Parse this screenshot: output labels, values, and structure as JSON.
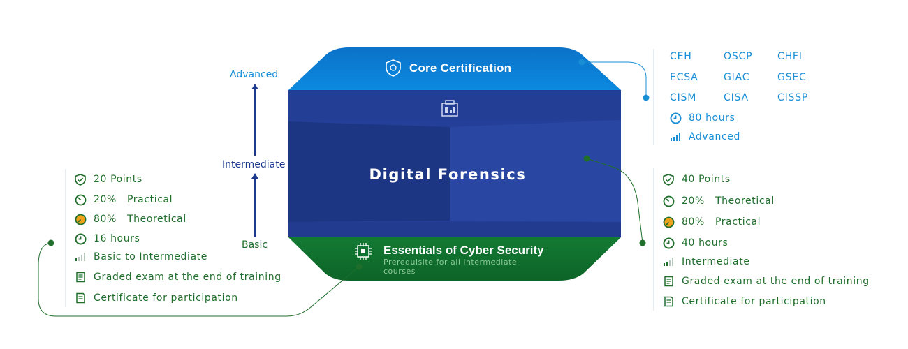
{
  "levels": {
    "advanced": "Advanced",
    "intermediate": "Intermediate",
    "basic": "Basic"
  },
  "core": {
    "title": "Core Certification",
    "certs": [
      "CEH",
      "OSCP",
      "CHFI",
      "ECSA",
      "GIAC",
      "GSEC",
      "CISM",
      "CISA",
      "CISSP"
    ],
    "hours": "80 hours",
    "level": "Advanced"
  },
  "main": {
    "title": "Digital Forensics"
  },
  "essentials": {
    "title": "Essentials of Cyber Security",
    "subtitle": "Prerequisite for all intermediate courses"
  },
  "left_features": {
    "points": "20 Points",
    "practical_pct": "20%",
    "practical_label": "Practical",
    "theoretical_pct": "80%",
    "theoretical_label": "Theoretical",
    "hours": "16 hours",
    "level": "Basic to Intermediate",
    "exam": "Graded exam at the end of training",
    "certificate": "Certificate for participation"
  },
  "right_features": {
    "points": "40 Points",
    "theoretical_pct": "20%",
    "theoretical_label": "Theoretical",
    "practical_pct": "80%",
    "practical_label": "Practical",
    "hours": "40 hours",
    "level": "Intermediate",
    "exam": "Graded exam at the end of training",
    "certificate": "Certificate for participation"
  },
  "icons": {
    "shield": "shield-check-icon",
    "gauge": "gauge-icon",
    "clock": "clock-icon",
    "signal": "signal-bars-icon",
    "exam": "exam-sheet-icon",
    "certificate": "certificate-icon",
    "forensics": "forensics-icon",
    "chip": "chip-icon",
    "badge": "badge-icon"
  },
  "colors": {
    "blue_top": "#0a7fd0",
    "navy": "#233f95",
    "navy_dark": "#1e3785",
    "green": "#0f6e2c",
    "text_green": "#1f6e2b",
    "text_blue": "#1a8fd6"
  }
}
